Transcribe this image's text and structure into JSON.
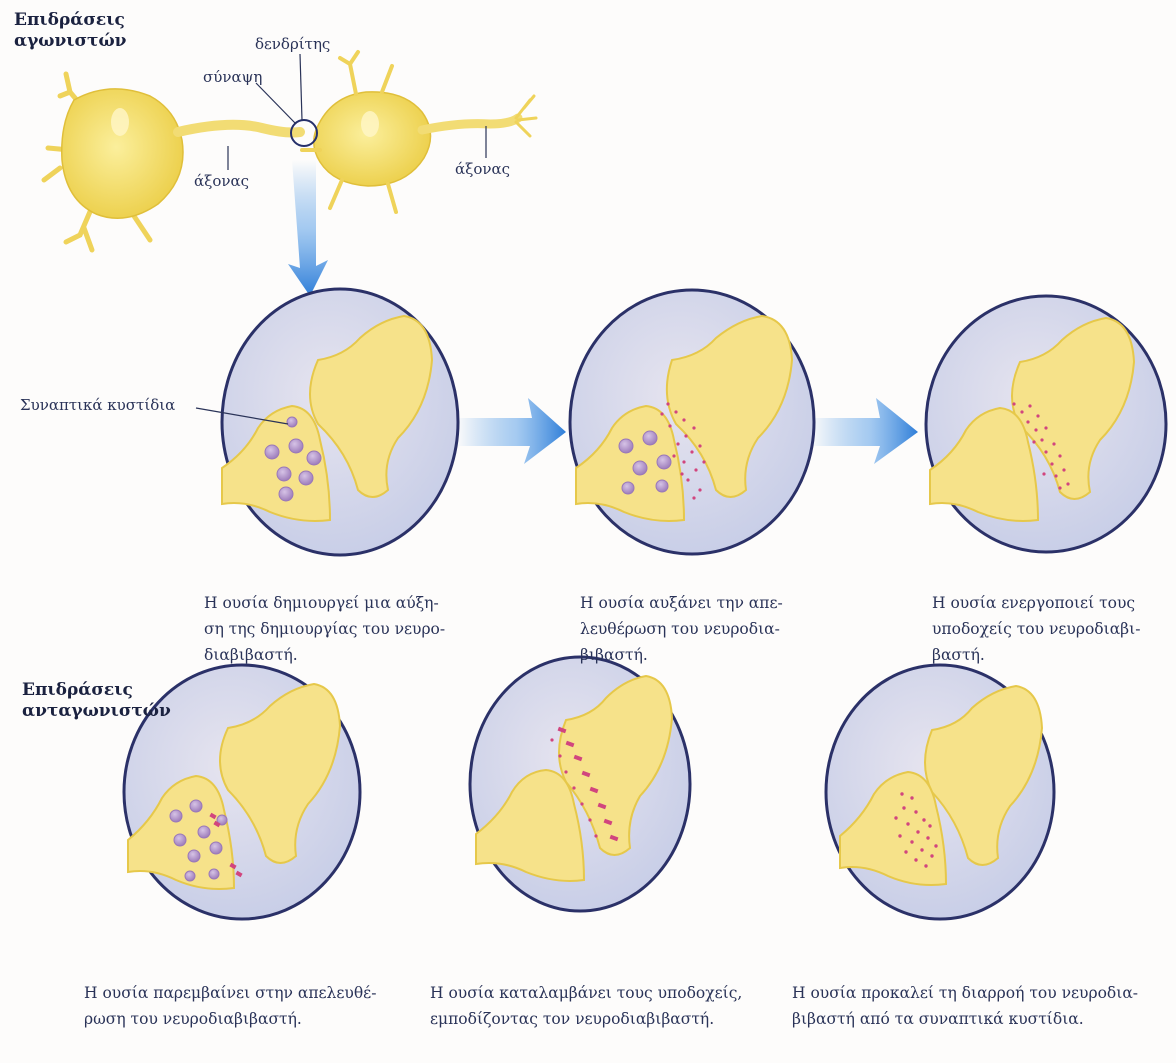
{
  "agonists": {
    "heading": [
      "Επιδράσεις",
      "αγωνιστών"
    ],
    "labels": {
      "synapse": "σύναψη",
      "dendrite": "δενδρίτης",
      "axon_left": "άξονας",
      "axon_right": "άξονας",
      "vesicles": "Συναπτικά κυστίδια"
    },
    "captions": [
      [
        "Η ουσία δημιουργεί μια αύξη-",
        "ση της δημιουργίας του νευρο-",
        "διαβιβαστή."
      ],
      [
        "Η ουσία αυξάνει την απε-",
        "λευθέρωση του νευροδια-",
        "βιβαστή."
      ],
      [
        "Η ουσία ενεργοποιεί τους",
        "υποδοχείς του νευροδιαβι-",
        "βαστή."
      ]
    ]
  },
  "antagonists": {
    "heading": [
      "Επιδράσεις",
      "ανταγωνιστών"
    ],
    "captions": [
      [
        "Η ουσία παρεμβαίνει στην απελευθέ-",
        "ρωση του νευροδιαβιβαστή."
      ],
      [
        "Η ουσία καταλαμβάνει τους υποδοχείς,",
        "εμποδίζοντας τον νευροδιαβιβαστή."
      ],
      [
        "Η ουσία προκαλεί τη διαρροή του νευροδια-",
        "βιβαστή από τα συναπτικά κυστίδια."
      ]
    ]
  },
  "colors": {
    "neuron": "#f3dc6e",
    "circle_fill": "#d4d8ec",
    "circle_stroke": "#2b3168",
    "arrow": "#3f8ee0",
    "vesicle": "#a88ac4",
    "transmitter": "#d1457e"
  }
}
